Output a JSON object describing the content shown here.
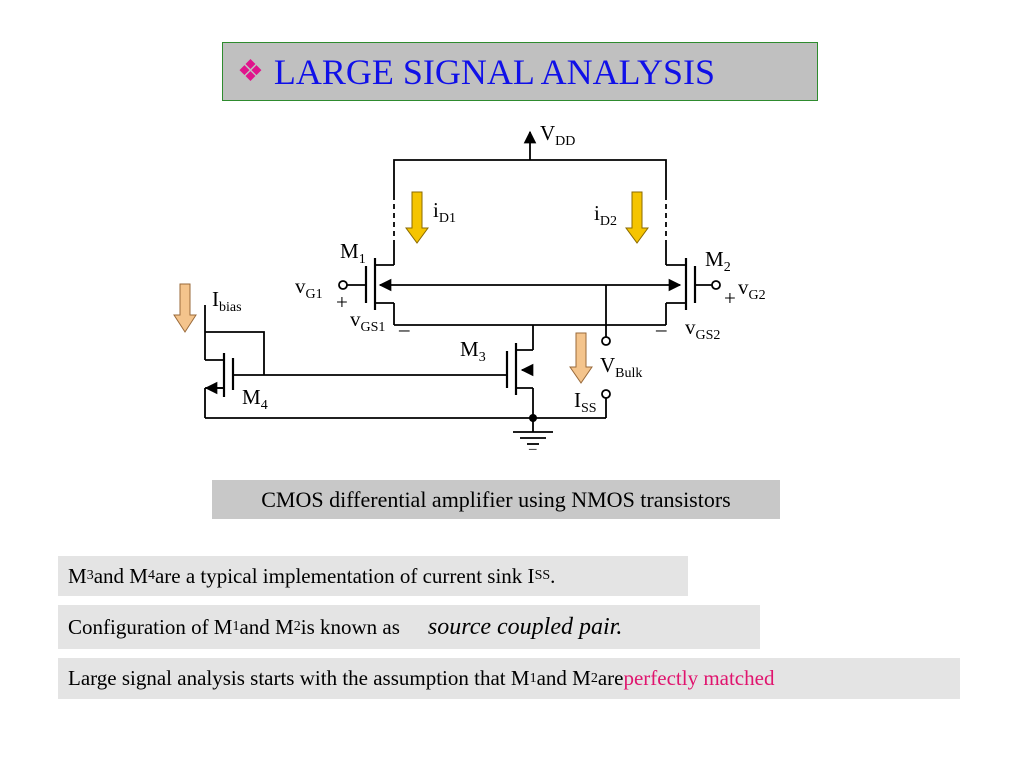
{
  "title": {
    "bullet": "❖",
    "text": "LARGE SIGNAL ANALYSIS"
  },
  "circuit": {
    "labels": {
      "vdd": "V",
      "vdd_sub": "DD",
      "id1": "i",
      "id1_sub": "D1",
      "id2": "i",
      "id2_sub": "D2",
      "m1": "M",
      "m1_sub": "1",
      "m2": "M",
      "m2_sub": "2",
      "m3": "M",
      "m3_sub": "3",
      "m4": "M",
      "m4_sub": "4",
      "vg1": "v",
      "vg1_sub": "G1",
      "vg2": "v",
      "vg2_sub": "G2",
      "vgs1": "v",
      "vgs1_sub": "GS1",
      "vgs2": "v",
      "vgs2_sub": "GS2",
      "ibias": "I",
      "ibias_sub": "bias",
      "vbulk": "V",
      "vbulk_sub": "Bulk",
      "iss": "I",
      "iss_sub": "SS",
      "plus": "+",
      "minus": "–"
    }
  },
  "caption": "CMOS differential amplifier using NMOS transistors",
  "notes": {
    "n1": {
      "a": "M",
      "a_sub": "3",
      "b": " and M",
      "b_sub": "4",
      "c": " are a typical implementation of current sink I",
      "c_sub": "SS",
      "d": "."
    },
    "n2": {
      "a": "Configuration of M",
      "a_sub": "1",
      "b": " and M",
      "b_sub": "2",
      "c": " is known as",
      "em": "source coupled pair."
    },
    "n3": {
      "a": "Large signal analysis starts with the assumption that M",
      "a_sub": "1",
      "b": " and M",
      "b_sub": "2",
      "c": " are ",
      "highlight": "perfectly matched"
    }
  },
  "colors": {
    "title_text": "#1010e8",
    "title_bullet": "#e0148c",
    "title_border": "#2e8b2e",
    "highlight": "#e0146e",
    "arrow_gold": "#f5c400",
    "arrow_peach": "#f4c48c"
  }
}
